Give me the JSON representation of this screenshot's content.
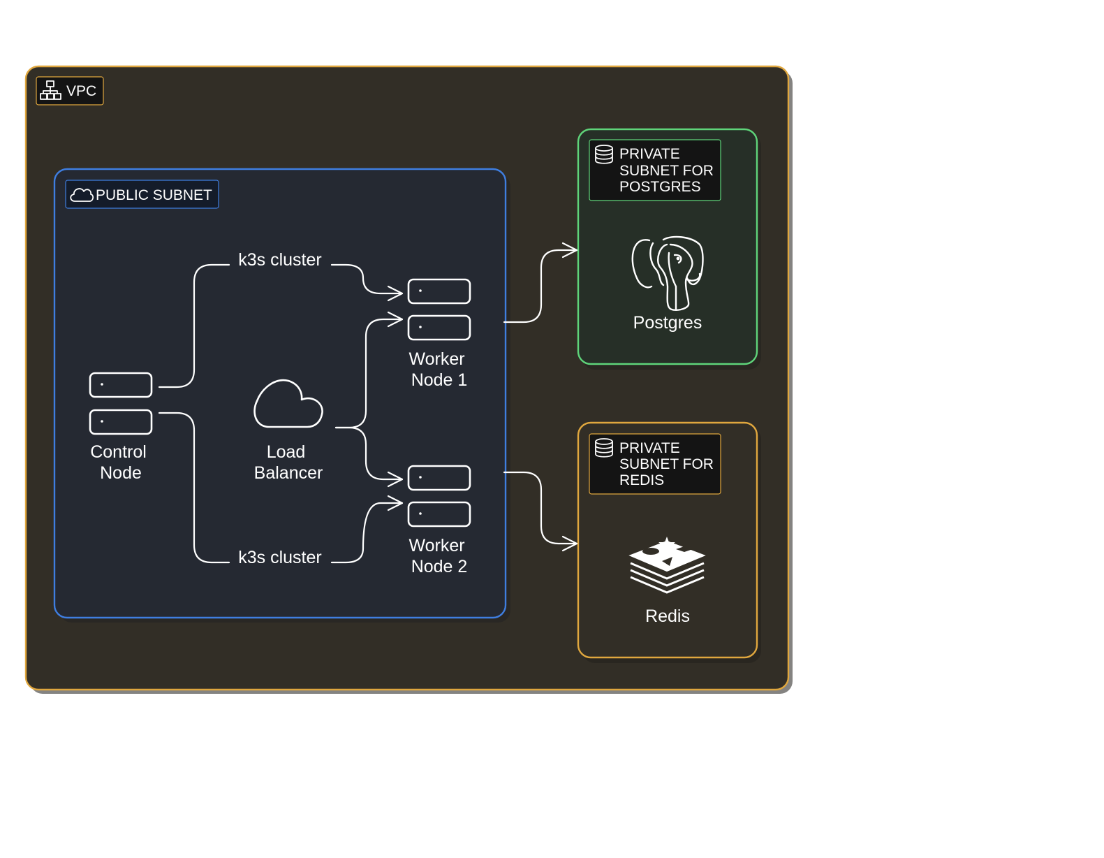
{
  "colors": {
    "vpc_fill": "#322e26",
    "vpc_stroke": "#e0a73e",
    "public_fill": "#252932",
    "public_stroke": "#3f7ee0",
    "postgres_fill": "#262f27",
    "postgres_stroke": "#5fd47a",
    "redis_fill": "#322e26",
    "redis_stroke": "#e0a73e",
    "tag_fill": "#141414",
    "line": "#ffffff"
  },
  "vpc": {
    "label": "VPC",
    "icon": "network-hierarchy-icon"
  },
  "public_subnet": {
    "label": "PUBLIC SUBNET",
    "icon": "cloud-outline-icon"
  },
  "postgres_subnet": {
    "label_lines": [
      "PRIVATE",
      "SUBNET FOR",
      "POSTGRES"
    ],
    "icon": "database-icon",
    "service_label": "Postgres",
    "service_icon": "postgres-elephant-icon"
  },
  "redis_subnet": {
    "label_lines": [
      "PRIVATE",
      "SUBNET FOR",
      "REDIS"
    ],
    "icon": "database-icon",
    "service_label": "Redis",
    "service_icon": "redis-stack-icon"
  },
  "nodes": {
    "control": {
      "lines": [
        "Control",
        "Node"
      ],
      "icon": "server-icon"
    },
    "load_balancer": {
      "lines": [
        "Load",
        "Balancer"
      ],
      "icon": "cloud-icon"
    },
    "worker1": {
      "lines": [
        "Worker",
        "Node 1"
      ],
      "icon": "server-icon"
    },
    "worker2": {
      "lines": [
        "Worker",
        "Node 2"
      ],
      "icon": "server-icon"
    }
  },
  "edges": {
    "top_cluster_label": "k3s cluster",
    "bottom_cluster_label": "k3s cluster"
  }
}
